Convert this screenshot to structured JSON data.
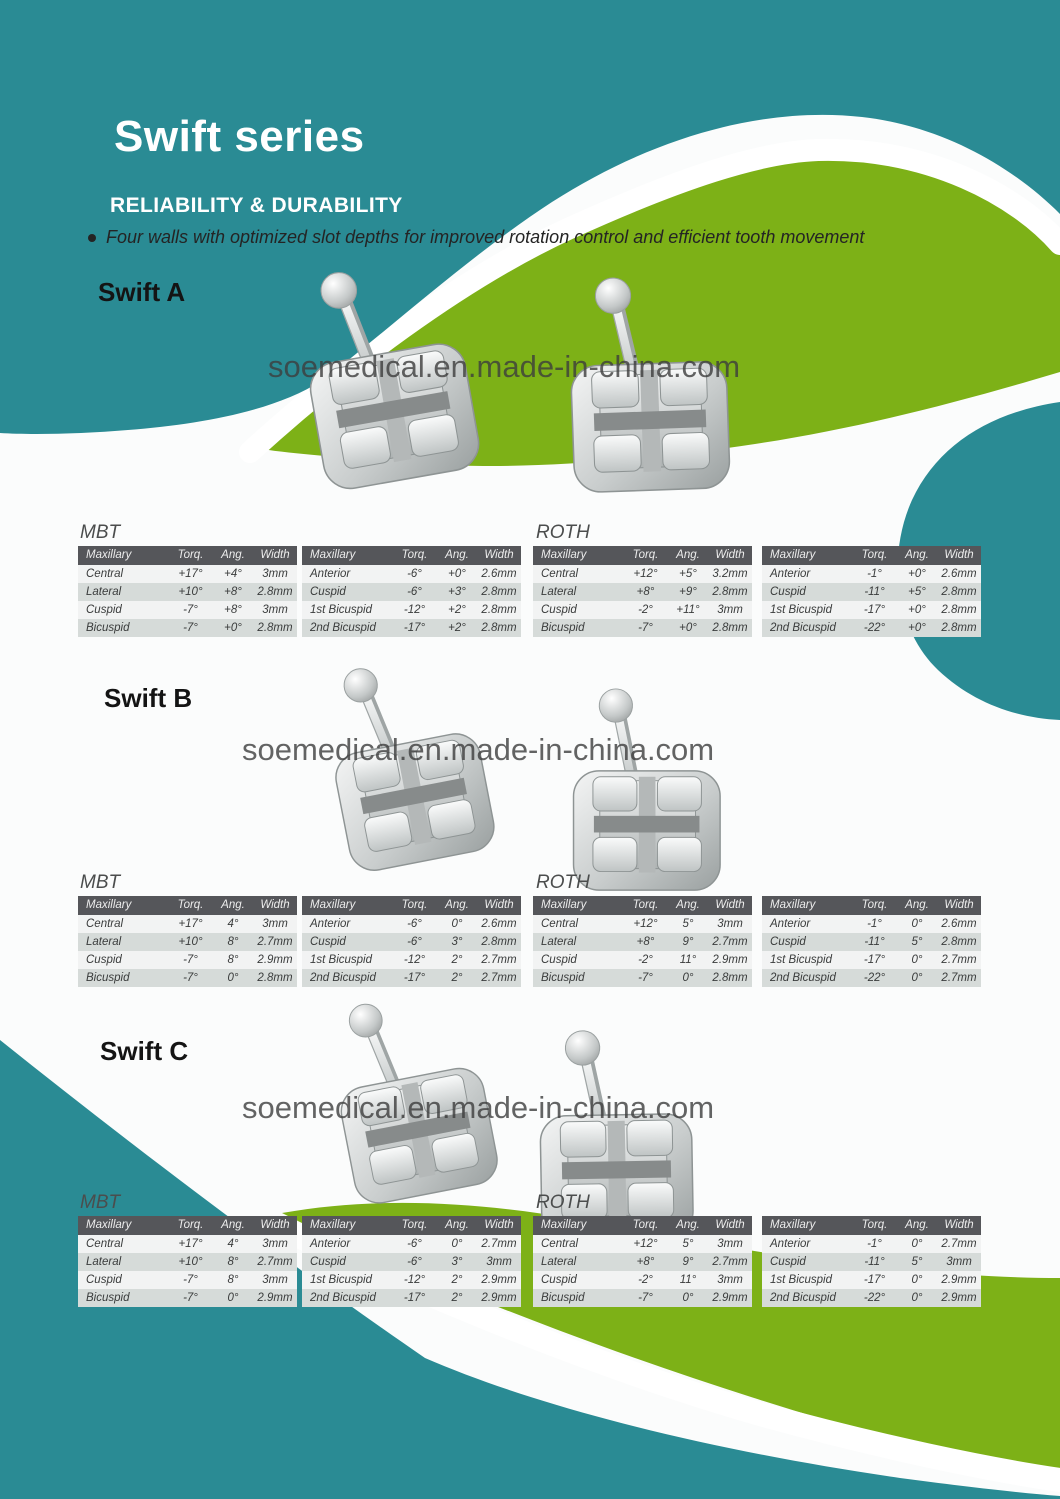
{
  "page": {
    "title": "Swift series",
    "subtitle": "RELIABILITY & DURABILITY",
    "bullet_text": "Four walls with optimized slot depths for improved rotation control and efficient tooth movement",
    "watermark": "soemedical.en.made-in-china.com"
  },
  "colors": {
    "teal": "#2a8b94",
    "green": "#7db117",
    "table_header_bg": "#55565a",
    "row_light": "#f2f3f3",
    "row_dark": "#d6dbd9",
    "heading_text": "#141414",
    "white": "#ffffff"
  },
  "table_columns": [
    "Maxillary",
    "Torq.",
    "Ang.",
    "Width"
  ],
  "sections": [
    {
      "heading": "Swift A",
      "groups": [
        {
          "label": "MBT",
          "tables": [
            {
              "rows": [
                [
                  "Central",
                  "+17°",
                  "+4°",
                  "3mm"
                ],
                [
                  "Lateral",
                  "+10°",
                  "+8°",
                  "2.8mm"
                ],
                [
                  "Cuspid",
                  "-7°",
                  "+8°",
                  "3mm"
                ],
                [
                  "Bicuspid",
                  "-7°",
                  "+0°",
                  "2.8mm"
                ]
              ]
            },
            {
              "rows": [
                [
                  "Anterior",
                  "-6°",
                  "+0°",
                  "2.6mm"
                ],
                [
                  "Cuspid",
                  "-6°",
                  "+3°",
                  "2.8mm"
                ],
                [
                  "1st Bicuspid",
                  "-12°",
                  "+2°",
                  "2.8mm"
                ],
                [
                  "2nd Bicuspid",
                  "-17°",
                  "+2°",
                  "2.8mm"
                ]
              ]
            }
          ]
        },
        {
          "label": "ROTH",
          "tables": [
            {
              "rows": [
                [
                  "Central",
                  "+12°",
                  "+5°",
                  "3.2mm"
                ],
                [
                  "Lateral",
                  "+8°",
                  "+9°",
                  "2.8mm"
                ],
                [
                  "Cuspid",
                  "-2°",
                  "+11°",
                  "3mm"
                ],
                [
                  "Bicuspid",
                  "-7°",
                  "+0°",
                  "2.8mm"
                ]
              ]
            },
            {
              "rows": [
                [
                  "Anterior",
                  "-1°",
                  "+0°",
                  "2.6mm"
                ],
                [
                  "Cuspid",
                  "-11°",
                  "+5°",
                  "2.8mm"
                ],
                [
                  "1st Bicuspid",
                  "-17°",
                  "+0°",
                  "2.8mm"
                ],
                [
                  "2nd Bicuspid",
                  "-22°",
                  "+0°",
                  "2.8mm"
                ]
              ]
            }
          ]
        }
      ]
    },
    {
      "heading": "Swift B",
      "groups": [
        {
          "label": "MBT",
          "tables": [
            {
              "rows": [
                [
                  "Central",
                  "+17°",
                  "4°",
                  "3mm"
                ],
                [
                  "Lateral",
                  "+10°",
                  "8°",
                  "2.7mm"
                ],
                [
                  "Cuspid",
                  "-7°",
                  "8°",
                  "2.9mm"
                ],
                [
                  "Bicuspid",
                  "-7°",
                  "0°",
                  "2.8mm"
                ]
              ]
            },
            {
              "rows": [
                [
                  "Anterior",
                  "-6°",
                  "0°",
                  "2.6mm"
                ],
                [
                  "Cuspid",
                  "-6°",
                  "3°",
                  "2.8mm"
                ],
                [
                  "1st Bicuspid",
                  "-12°",
                  "2°",
                  "2.7mm"
                ],
                [
                  "2nd Bicuspid",
                  "-17°",
                  "2°",
                  "2.7mm"
                ]
              ]
            }
          ]
        },
        {
          "label": "ROTH",
          "tables": [
            {
              "rows": [
                [
                  "Central",
                  "+12°",
                  "5°",
                  "3mm"
                ],
                [
                  "Lateral",
                  "+8°",
                  "9°",
                  "2.7mm"
                ],
                [
                  "Cuspid",
                  "-2°",
                  "11°",
                  "2.9mm"
                ],
                [
                  "Bicuspid",
                  "-7°",
                  "0°",
                  "2.8mm"
                ]
              ]
            },
            {
              "rows": [
                [
                  "Anterior",
                  "-1°",
                  "0°",
                  "2.6mm"
                ],
                [
                  "Cuspid",
                  "-11°",
                  "5°",
                  "2.8mm"
                ],
                [
                  "1st Bicuspid",
                  "-17°",
                  "0°",
                  "2.7mm"
                ],
                [
                  "2nd Bicuspid",
                  "-22°",
                  "0°",
                  "2.7mm"
                ]
              ]
            }
          ]
        }
      ]
    },
    {
      "heading": "Swift C",
      "groups": [
        {
          "label": "MBT",
          "tables": [
            {
              "rows": [
                [
                  "Central",
                  "+17°",
                  "4°",
                  "3mm"
                ],
                [
                  "Lateral",
                  "+10°",
                  "8°",
                  "2.7mm"
                ],
                [
                  "Cuspid",
                  "-7°",
                  "8°",
                  "3mm"
                ],
                [
                  "Bicuspid",
                  "-7°",
                  "0°",
                  "2.9mm"
                ]
              ]
            },
            {
              "rows": [
                [
                  "Anterior",
                  "-6°",
                  "0°",
                  "2.7mm"
                ],
                [
                  "Cuspid",
                  "-6°",
                  "3°",
                  "3mm"
                ],
                [
                  "1st Bicuspid",
                  "-12°",
                  "2°",
                  "2.9mm"
                ],
                [
                  "2nd Bicuspid",
                  "-17°",
                  "2°",
                  "2.9mm"
                ]
              ]
            }
          ]
        },
        {
          "label": "ROTH",
          "tables": [
            {
              "rows": [
                [
                  "Central",
                  "+12°",
                  "5°",
                  "3mm"
                ],
                [
                  "Lateral",
                  "+8°",
                  "9°",
                  "2.7mm"
                ],
                [
                  "Cuspid",
                  "-2°",
                  "11°",
                  "3mm"
                ],
                [
                  "Bicuspid",
                  "-7°",
                  "0°",
                  "2.9mm"
                ]
              ]
            },
            {
              "rows": [
                [
                  "Anterior",
                  "-1°",
                  "0°",
                  "2.7mm"
                ],
                [
                  "Cuspid",
                  "-11°",
                  "5°",
                  "3mm"
                ],
                [
                  "1st Bicuspid",
                  "-17°",
                  "0°",
                  "2.9mm"
                ],
                [
                  "2nd Bicuspid",
                  "-22°",
                  "0°",
                  "2.9mm"
                ]
              ]
            }
          ]
        }
      ]
    }
  ]
}
